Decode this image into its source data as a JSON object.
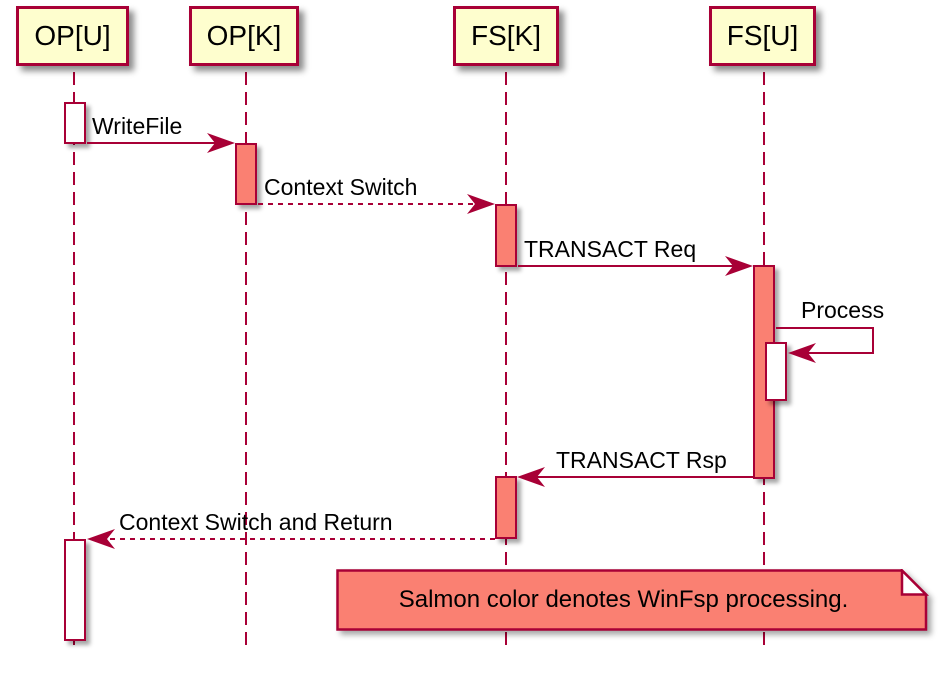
{
  "diagram": {
    "type": "sequence",
    "participants": [
      {
        "id": "op-u",
        "label": "OP[U]"
      },
      {
        "id": "op-k",
        "label": "OP[K]"
      },
      {
        "id": "fs-k",
        "label": "FS[K]"
      },
      {
        "id": "fs-u",
        "label": "FS[U]"
      }
    ],
    "messages": [
      {
        "label": "WriteFile",
        "from": "OP[U]",
        "to": "OP[K]",
        "style": "solid"
      },
      {
        "label": "Context Switch",
        "from": "OP[K]",
        "to": "FS[K]",
        "style": "dashed"
      },
      {
        "label": "TRANSACT Req",
        "from": "FS[K]",
        "to": "FS[U]",
        "style": "solid"
      },
      {
        "label": "Process",
        "from": "FS[U]",
        "to": "FS[U]",
        "style": "self"
      },
      {
        "label": "TRANSACT Rsp",
        "from": "FS[U]",
        "to": "FS[K]",
        "style": "solid"
      },
      {
        "label": "Context Switch and Return",
        "from": "FS[K]",
        "to": "OP[U]",
        "style": "dashed"
      }
    ],
    "note": {
      "text": "Salmon color denotes WinFsp processing."
    },
    "colors": {
      "line": "#A80036",
      "salmon": "#FA8072",
      "participant_fill": "#FEFECE",
      "activation_plain": "#FFFFFF",
      "text": "#000000",
      "background": "#FFFFFF"
    }
  }
}
